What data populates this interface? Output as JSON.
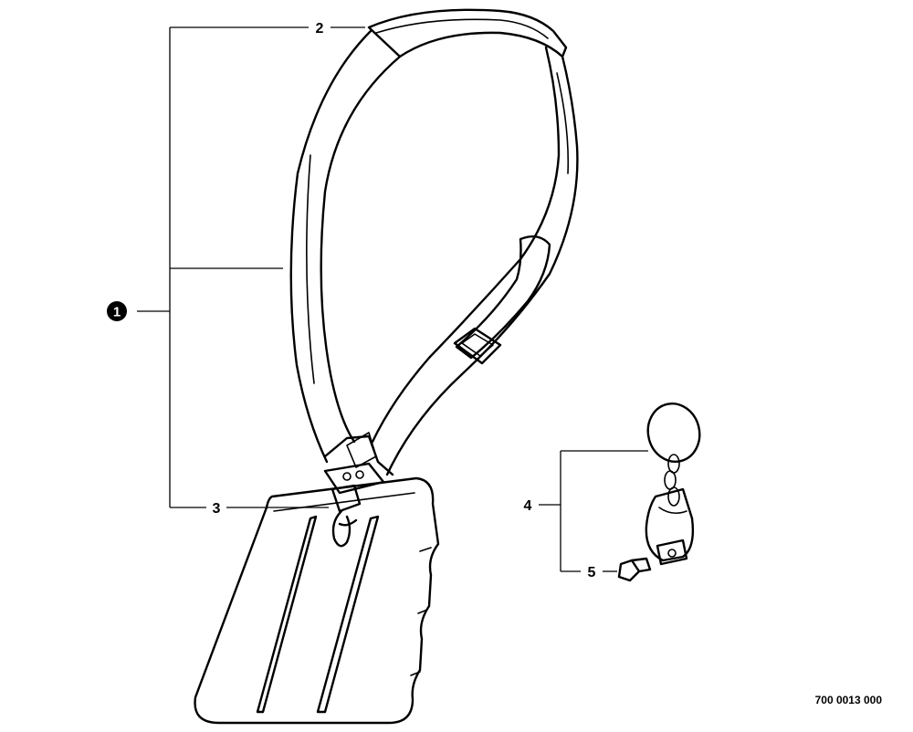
{
  "callouts": {
    "item1": "1",
    "item2": "2",
    "item3": "3",
    "item4": "4",
    "item5": "5"
  },
  "drawing_code": "700 0013 000",
  "colors": {
    "ink": "#000000",
    "paper": "#ffffff"
  }
}
